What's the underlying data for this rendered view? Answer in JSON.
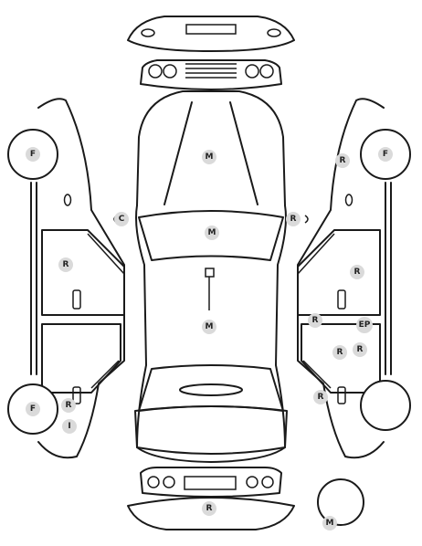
{
  "markers": {
    "roof": "M",
    "hood": "M",
    "trunk_lid": "M",
    "spare_wheel": "M",
    "left_mirror": "C",
    "right_mirror": "R",
    "rear_bumper": "R",
    "left_front_wheel": "F",
    "left_rear_wheel": "F",
    "left_front_door": "R",
    "left_rear_quarter": "R",
    "left_rear_quarter_2": "I",
    "right_front_wheel": "F",
    "right_front_fender": "R",
    "right_front_door": "R",
    "right_door_edge": "R",
    "right_pillar": "EP",
    "right_rear_door_1": "R",
    "right_rear_door_2": "R",
    "right_rear_quarter": "R"
  },
  "colors": {
    "line": "#1a1a1a",
    "badge": "#dadada",
    "background": "#ffffff"
  }
}
